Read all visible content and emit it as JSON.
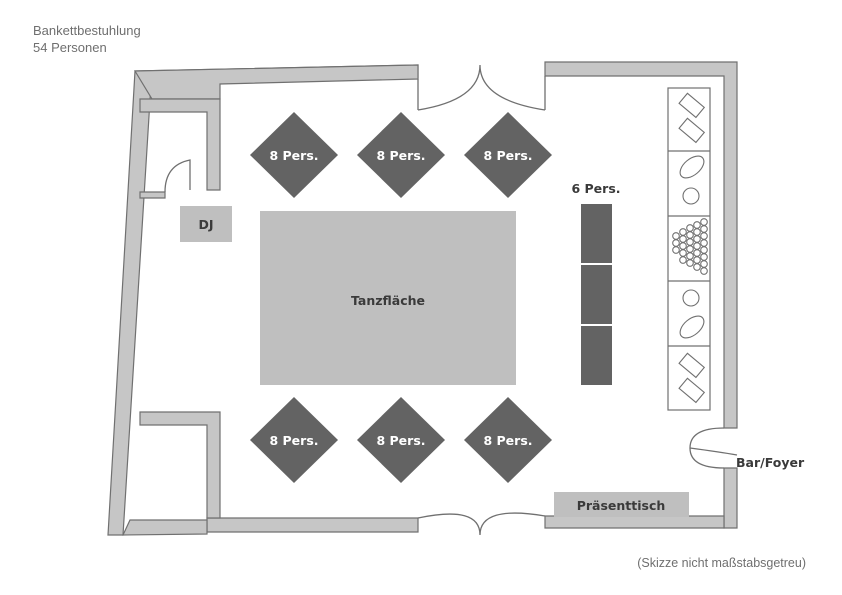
{
  "header": {
    "line1": "Bankettbestuhlung",
    "line2": "54 Personen"
  },
  "labels": {
    "dj": "DJ",
    "dance_floor": "Tanzfläche",
    "long_table": "6 Pers.",
    "bar_foyer": "Bar/Foyer",
    "presentation_table": "Präsenttisch"
  },
  "tables": [
    {
      "label": "8 Pers.",
      "row": "top",
      "index": 1
    },
    {
      "label": "8 Pers.",
      "row": "top",
      "index": 2
    },
    {
      "label": "8 Pers.",
      "row": "top",
      "index": 3
    },
    {
      "label": "8 Pers.",
      "row": "bottom",
      "index": 1
    },
    {
      "label": "8 Pers.",
      "row": "bottom",
      "index": 2
    },
    {
      "label": "8 Pers.",
      "row": "bottom",
      "index": 3
    }
  ],
  "footnote": "(Skizze nicht maßstabsgetreu)",
  "colors": {
    "wall": "#c6c6c6",
    "table": "#636363",
    "floor": "#bfbfbf",
    "outline": "#707070"
  }
}
